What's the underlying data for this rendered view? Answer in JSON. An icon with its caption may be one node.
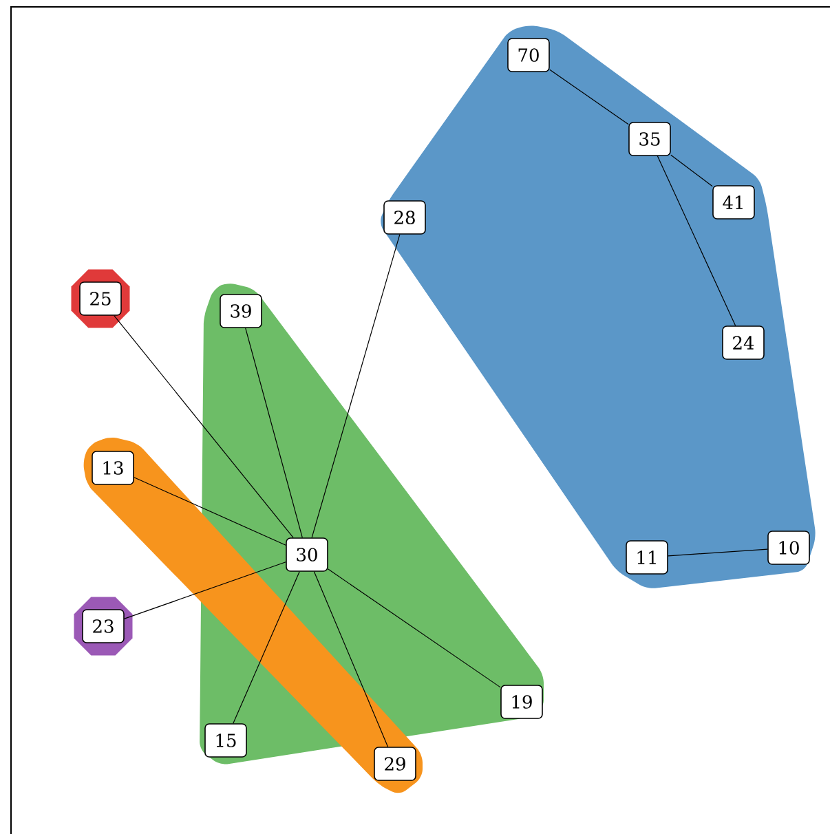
{
  "diagram": {
    "nodes": [
      {
        "text": [
          "70"
        ]
      },
      {
        "text": [
          "35"
        ]
      },
      {
        "text": [
          "41"
        ]
      },
      {
        "text": [
          "28"
        ]
      },
      {
        "text": [
          "25"
        ]
      },
      {
        "text": [
          "39"
        ]
      },
      {
        "text": [
          "24"
        ]
      },
      {
        "text": [
          "13"
        ]
      },
      {
        "text": [
          "30"
        ]
      },
      {
        "text": [
          "11"
        ]
      },
      {
        "text": [
          "10"
        ]
      },
      {
        "text": [
          "23"
        ]
      },
      {
        "text": [
          "19"
        ]
      },
      {
        "text": [
          "15"
        ]
      },
      {
        "text": [
          "29"
        ]
      }
    ],
    "edges": [
      {
        "from": 0,
        "to": 1,
        "arrow": "none"
      },
      {
        "from": 1,
        "to": 2,
        "arrow": "none"
      },
      {
        "from": 1,
        "to": 6,
        "arrow": "none"
      },
      {
        "from": 9,
        "to": 10,
        "arrow": "none"
      },
      {
        "from": 3,
        "to": 8,
        "arrow": "none"
      },
      {
        "from": 4,
        "to": 8,
        "arrow": "none"
      },
      {
        "from": 5,
        "to": 8,
        "arrow": "none"
      },
      {
        "from": 7,
        "to": 8,
        "arrow": "none"
      },
      {
        "from": 11,
        "to": 8,
        "arrow": "none"
      },
      {
        "from": 8,
        "to": 12,
        "arrow": "none"
      },
      {
        "from": 8,
        "to": 13,
        "arrow": "none"
      },
      {
        "from": 8,
        "to": 14,
        "arrow": "none"
      }
    ]
  }
}
